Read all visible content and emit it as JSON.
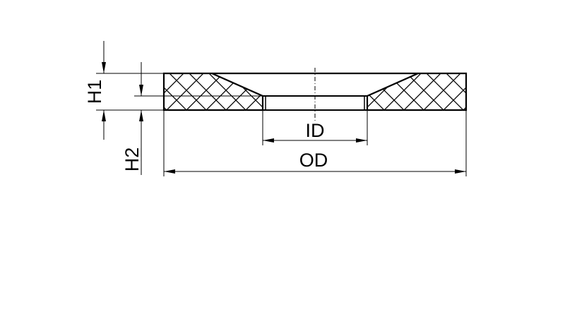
{
  "drawing": {
    "labels": {
      "h1": "H1",
      "h2": "H2",
      "id": "ID",
      "od": "OD"
    },
    "colors": {
      "stroke": "#000000",
      "background": "#ffffff"
    }
  }
}
